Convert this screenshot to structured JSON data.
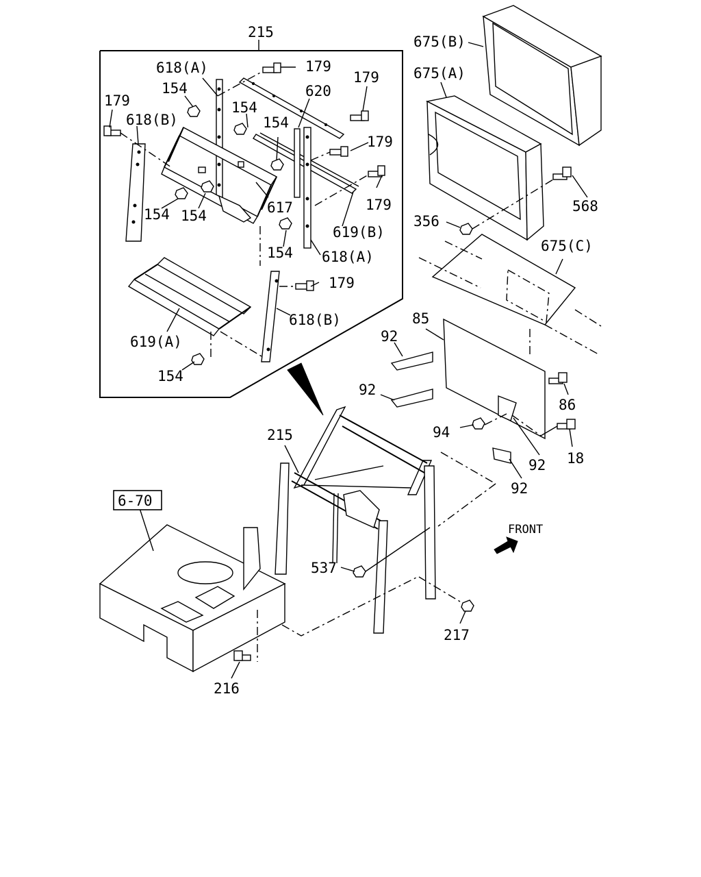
{
  "diagram": {
    "labels": {
      "l215_top": "215",
      "l618A_1": "618(A)",
      "l179_1": "179",
      "l154_1": "154",
      "l179_2": "179",
      "l620": "620",
      "l179_3": "179",
      "l154_2": "154",
      "l618B_1": "618(B)",
      "l154_3": "154",
      "l179_4": "179",
      "l179_5": "179",
      "l154_4": "154",
      "l154_5": "154",
      "l617": "617",
      "l619B": "619(B)",
      "l154_6": "154",
      "l618A_2": "618(A)",
      "l179_6": "179",
      "l618B_2": "618(B)",
      "l619A": "619(A)",
      "l154_7": "154",
      "l675B": "675(B)",
      "l675A": "675(A)",
      "l568": "568",
      "l356": "356",
      "l675C": "675(C)",
      "l85": "85",
      "l92_1": "92",
      "l92_2": "92",
      "l86": "86",
      "l94": "94",
      "l18": "18",
      "l92_3": "92",
      "l92_4": "92",
      "l215_bottom": "215",
      "l670": "6-70",
      "l537": "537",
      "l217": "217",
      "l216": "216",
      "front": "FRONT"
    }
  }
}
